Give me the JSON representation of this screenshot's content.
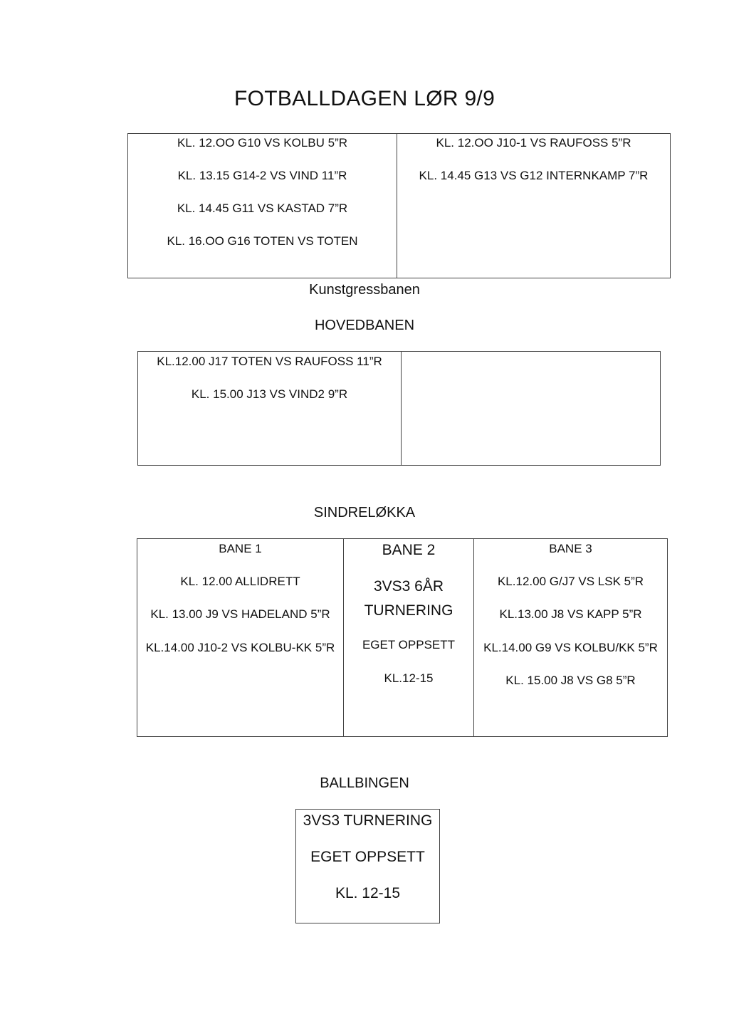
{
  "title": "FOTBALLDAGEN LØR 9/9",
  "kunstgress": {
    "left_matches": [
      "KL. 12.OO G10 VS KOLBU  5”R",
      "KL. 13.15 G14-2 VS VIND 11”R",
      "KL. 14.45 G11 VS KASTAD 7”R",
      "KL. 16.OO G16 TOTEN VS TOTEN"
    ],
    "right_matches": [
      "KL. 12.OO J10-1 VS RAUFOSS 5”R",
      "KL. 14.45 G13 VS G12 INTERNKAMP 7”R"
    ],
    "caption": "Kunstgressbanen"
  },
  "hovedbanen": {
    "heading": "HOVEDBANEN",
    "left_matches": [
      "KL.12.00 J17 TOTEN VS RAUFOSS 11”R",
      "KL. 15.00 J13 VS VIND2 9”R"
    ]
  },
  "sindrelokka": {
    "heading": "SINDRELØKKA",
    "bane1": {
      "header": "BANE 1",
      "matches": [
        "KL. 12.00 ALLIDRETT",
        "KL. 13.00 J9 VS HADELAND 5”R",
        "KL.14.00 J10-2 VS KOLBU-KK 5”R"
      ]
    },
    "bane2": {
      "header": "BANE 2",
      "line1": "3VS3 6ÅR",
      "line2": "TURNERING",
      "line3": "EGET OPPSETT",
      "line4": "KL.12-15"
    },
    "bane3": {
      "header": "BANE 3",
      "matches": [
        "KL.12.00 G/J7 VS LSK 5”R",
        "KL.13.00 J8 VS KAPP 5”R",
        "KL.14.00 G9 VS KOLBU/KK 5”R",
        "KL. 15.00 J8 VS G8 5”R"
      ]
    }
  },
  "ballbingen": {
    "heading": "BALLBINGEN",
    "line1": "3VS3 TURNERING",
    "line2": "EGET OPPSETT",
    "line3": "KL. 12-15"
  }
}
